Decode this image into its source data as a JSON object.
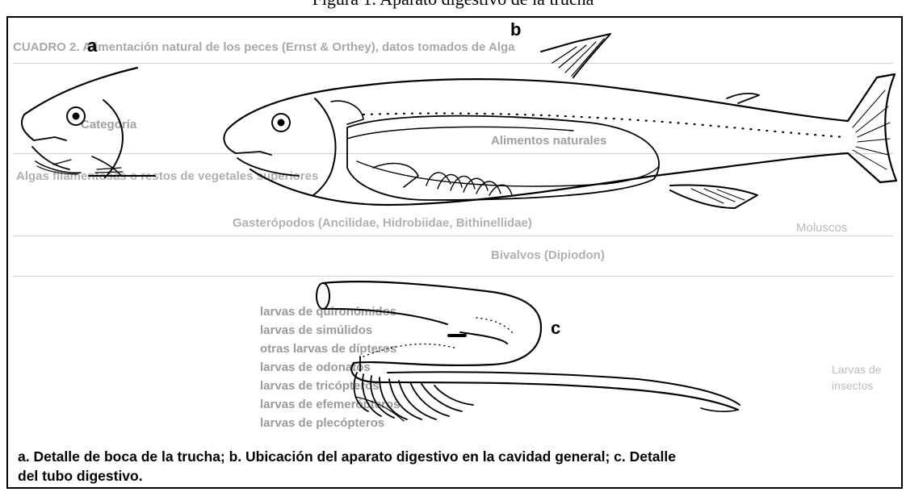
{
  "figure": {
    "title": "Figura 1. Aparato digestivo de la trucha",
    "labels": {
      "a": "a",
      "b": "b",
      "c": "c"
    },
    "caption_line1": "a. Detalle de boca de la trucha; b. Ubicación del aparato digestivo en la cavidad general; c. Detalle",
    "caption_line2": "del tubo digestivo."
  },
  "background_ghost": {
    "header": "CUADRO 2. Alimentación natural de los peces (Ernst & Orthey), datos tomados de Alga",
    "col_categoria": "Categoría",
    "col_alimentos": "Alimentos naturales",
    "row1": "Algas filamentosas o restos de vegetales superiores",
    "row2": "Gasterópodos (Ancilidae, Hidrobiidae, Bithinellidae)",
    "row_moluscos": "Moluscos",
    "row3": "Bivalvos (Dipiodon)",
    "insect_items": [
      "larvas de quironómidos",
      "larvas de simúlidos",
      "otras larvas de dípteros",
      "larvas de odonatos",
      "larvas de tricópteros",
      "larvas de efemerópteros",
      "larvas de plecópteros"
    ],
    "larvas_label": "Larvas de insectos"
  }
}
